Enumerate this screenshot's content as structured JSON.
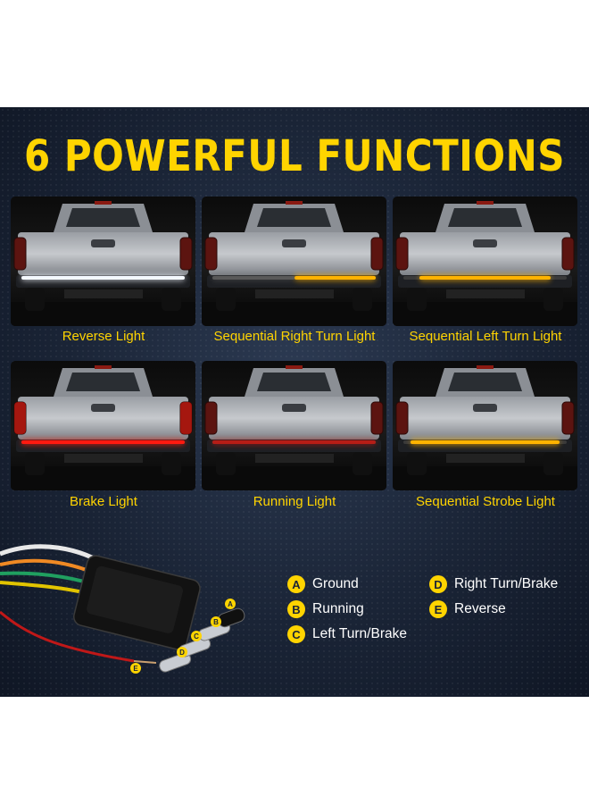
{
  "title": "6 POWERFUL FUNCTIONS",
  "colors": {
    "accent": "#ffd400",
    "background": "#1a2436",
    "white_light": "#f4f8ff",
    "amber_light": "#ffb300",
    "red_light": "#ff1a10"
  },
  "functions": [
    {
      "label": "Reverse Light",
      "mode": "white"
    },
    {
      "label": "Sequential Right Turn Light",
      "mode": "amber-right"
    },
    {
      "label": "Sequential Left Turn Light",
      "mode": "amber-full"
    },
    {
      "label": "Brake Light",
      "mode": "red-bright"
    },
    {
      "label": "Running Light",
      "mode": "red-dim"
    },
    {
      "label": "Sequential Strobe Light",
      "mode": "amber-strobe"
    }
  ],
  "connector": {
    "pins": [
      "A",
      "B",
      "C",
      "D",
      "E"
    ],
    "legend": [
      {
        "letter": "A",
        "label": "Ground"
      },
      {
        "letter": "B",
        "label": "Running"
      },
      {
        "letter": "C",
        "label": "Left Turn/Brake"
      },
      {
        "letter": "D",
        "label": "Right Turn/Brake"
      },
      {
        "letter": "E",
        "label": "Reverse"
      }
    ]
  }
}
